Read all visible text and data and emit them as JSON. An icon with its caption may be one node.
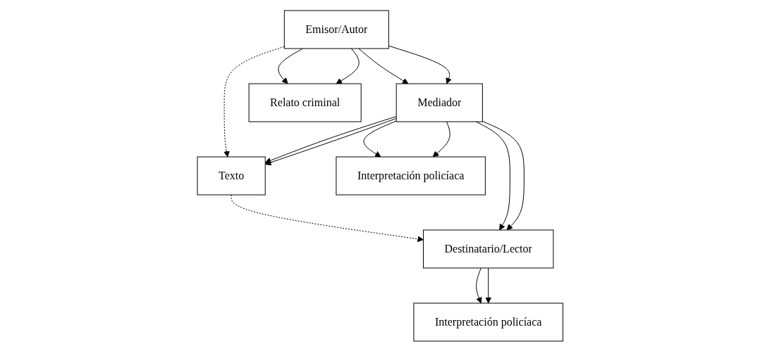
{
  "diagram": {
    "nodes": [
      {
        "text": [
          "Texto"
        ]
      },
      {
        "text": [
          "Emisor/Autor"
        ]
      },
      {
        "text": [
          "Mediador"
        ]
      },
      {
        "text": [
          "Destinatario/Lector"
        ]
      },
      {
        "text": [
          "Relato criminal"
        ]
      },
      {
        "text": [
          "Interpretación policíaca"
        ]
      },
      {
        "text": [
          "Interpretación policíaca"
        ]
      }
    ],
    "edges": [
      {
        "from": 1,
        "to": 0,
        "arrow": "to",
        "style": "dashed"
      },
      {
        "from": 0,
        "to": 3,
        "arrow": "to",
        "style": "dashed"
      },
      {
        "from": 2,
        "to": 0,
        "arrow": "to"
      },
      {
        "from": 2,
        "to": 0,
        "arrow": "to"
      },
      {
        "from": 1,
        "to": 2,
        "arrow": "to"
      },
      {
        "from": 1,
        "to": 2,
        "arrow": "to"
      },
      {
        "from": 2,
        "to": 3,
        "arrow": "to"
      },
      {
        "from": 2,
        "to": 3,
        "arrow": "to"
      },
      {
        "from": 1,
        "to": 4,
        "arrow": "to"
      },
      {
        "from": 1,
        "to": 4,
        "arrow": "to"
      },
      {
        "from": 2,
        "to": 5,
        "arrow": "to"
      },
      {
        "from": 2,
        "to": 5,
        "arrow": "to"
      },
      {
        "from": 3,
        "to": 6,
        "arrow": "to"
      },
      {
        "from": 3,
        "to": 6,
        "arrow": "to"
      }
    ]
  }
}
